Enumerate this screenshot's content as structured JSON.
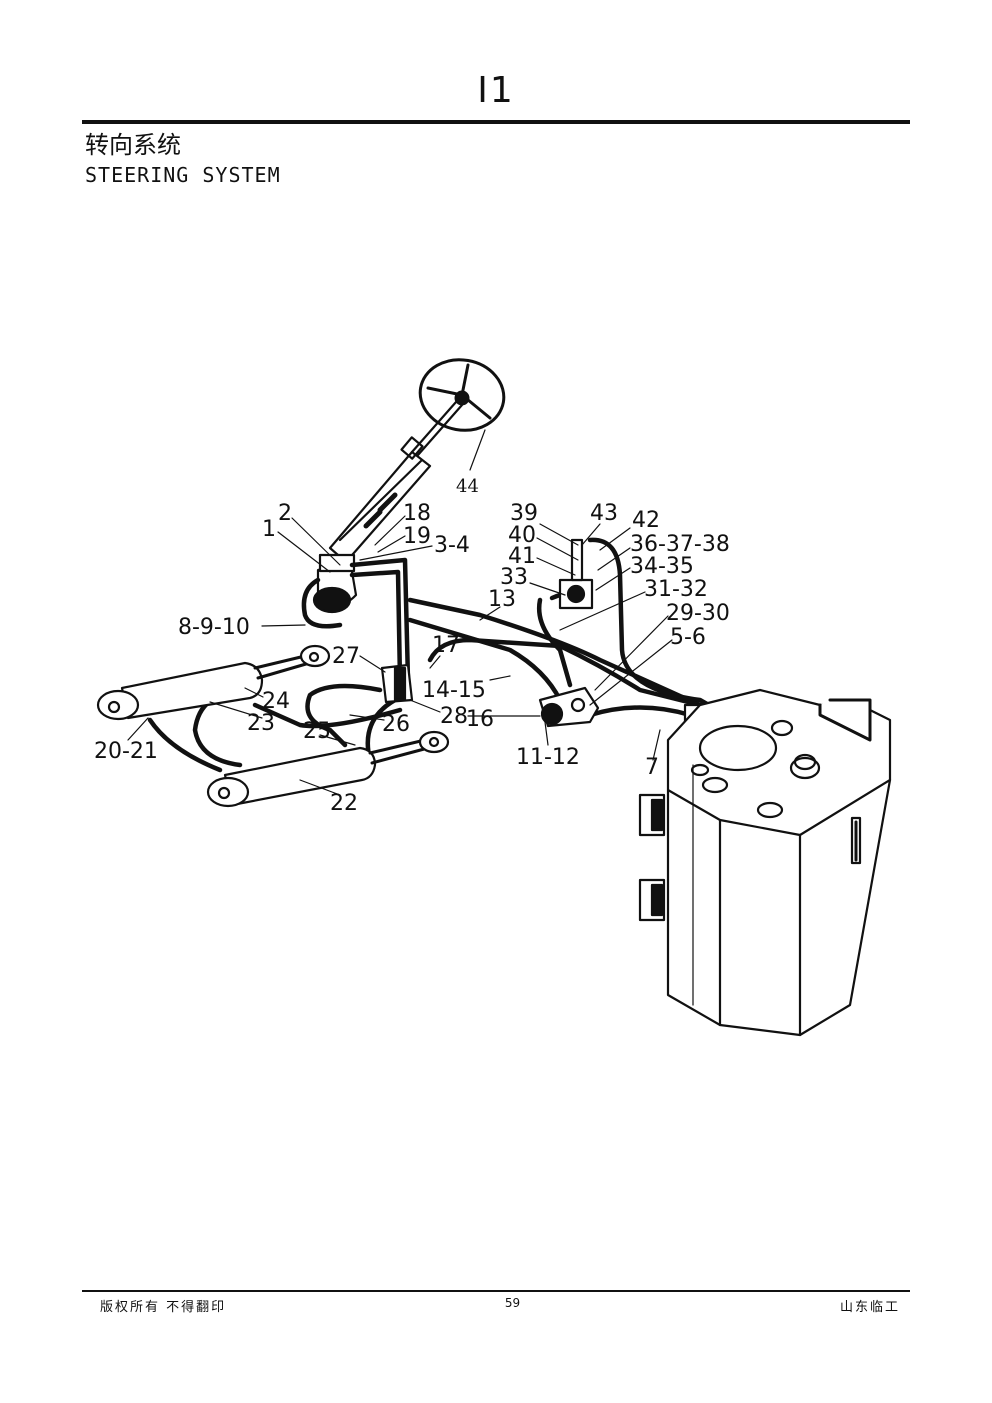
{
  "header": {
    "section_code": "I1",
    "title_cn": "转向系统",
    "title_en": "STEERING SYSTEM"
  },
  "callouts": [
    {
      "id": "c1",
      "label": "1"
    },
    {
      "id": "c2",
      "label": "2"
    },
    {
      "id": "c18",
      "label": "18"
    },
    {
      "id": "c19",
      "label": "19"
    },
    {
      "id": "c3_4",
      "label": "3-4"
    },
    {
      "id": "c44",
      "label": "44"
    },
    {
      "id": "c39",
      "label": "39"
    },
    {
      "id": "c40",
      "label": "40"
    },
    {
      "id": "c41",
      "label": "41"
    },
    {
      "id": "c43",
      "label": "43"
    },
    {
      "id": "c42",
      "label": "42"
    },
    {
      "id": "c36_37_38",
      "label": "36-37-38"
    },
    {
      "id": "c34_35",
      "label": "34-35"
    },
    {
      "id": "c33",
      "label": "33"
    },
    {
      "id": "c31_32",
      "label": "31-32"
    },
    {
      "id": "c13",
      "label": "13"
    },
    {
      "id": "c29_30",
      "label": "29-30"
    },
    {
      "id": "c5_6",
      "label": "5-6"
    },
    {
      "id": "c8_9_10",
      "label": "8-9-10"
    },
    {
      "id": "c17",
      "label": "17"
    },
    {
      "id": "c27",
      "label": "27"
    },
    {
      "id": "c14_15",
      "label": "14-15"
    },
    {
      "id": "c24",
      "label": "24"
    },
    {
      "id": "c23",
      "label": "23"
    },
    {
      "id": "c28",
      "label": "28"
    },
    {
      "id": "c16",
      "label": "16"
    },
    {
      "id": "c25",
      "label": "25"
    },
    {
      "id": "c26",
      "label": "26"
    },
    {
      "id": "c20_21",
      "label": "20-21"
    },
    {
      "id": "c11_12",
      "label": "11-12"
    },
    {
      "id": "c7",
      "label": "7"
    },
    {
      "id": "c22",
      "label": "22"
    }
  ],
  "footer": {
    "copyright": "版权所有  不得翻印",
    "page_number": "59",
    "company": "山东临工"
  }
}
